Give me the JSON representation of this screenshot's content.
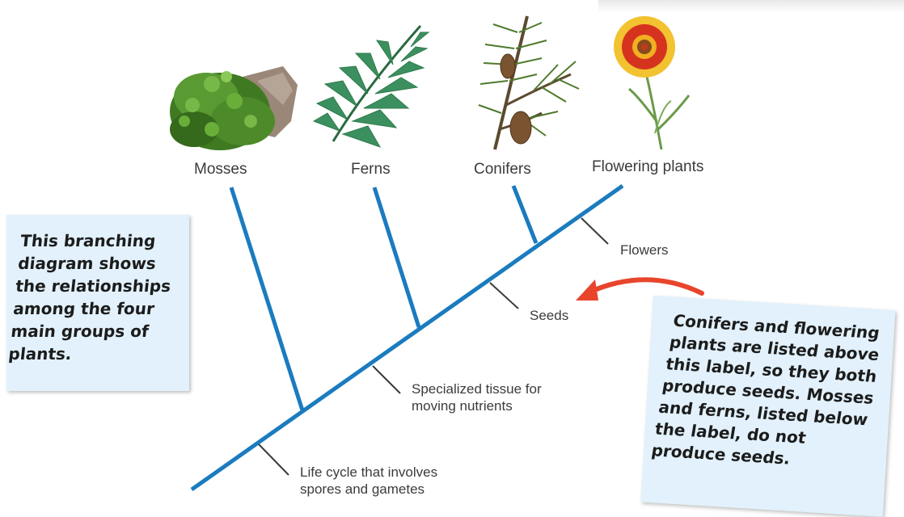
{
  "groups": {
    "mosses": "Mosses",
    "ferns": "Ferns",
    "conifers": "Conifers",
    "flowering": "Flowering plants"
  },
  "traits": {
    "flowers": "Flowers",
    "seeds": "Seeds",
    "tissue_line1": "Specialized tissue for",
    "tissue_line2": "moving nutrients",
    "lifecycle_line1": "Life cycle that involves",
    "lifecycle_line2": "spores and gametes"
  },
  "notes": {
    "left": "This branching diagram shows the relationships among the four main groups of plants.",
    "right": "Conifers and flowering plants are listed above this label, so they both produce seeds. Mosses and ferns, listed below the label, do not produce seeds."
  },
  "colors": {
    "branch": "#1b7bbf",
    "arrow": "#e8452c",
    "note_bg": "#e2f1fb"
  },
  "icons": [
    "moss-icon",
    "fern-icon",
    "conifer-icon",
    "flower-icon"
  ]
}
